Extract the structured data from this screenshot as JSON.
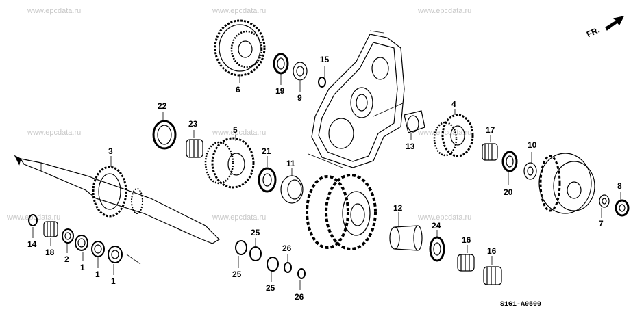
{
  "watermark": "www.epcdata.ru",
  "diagram_code": "S1G1-A0500",
  "front_marker": "FR.",
  "callouts": [
    {
      "id": "c6",
      "label": "6",
      "part": "gear"
    },
    {
      "id": "c19",
      "label": "19",
      "part": "bearing"
    },
    {
      "id": "c9",
      "label": "9",
      "part": "washer"
    },
    {
      "id": "c15",
      "label": "15",
      "part": "seal"
    },
    {
      "id": "c22",
      "label": "22",
      "part": "needle-bearing"
    },
    {
      "id": "c23",
      "label": "23",
      "part": "needle-bearing"
    },
    {
      "id": "c5",
      "label": "5",
      "part": "gear"
    },
    {
      "id": "c3",
      "label": "3",
      "part": "shaft"
    },
    {
      "id": "c21",
      "label": "21",
      "part": "thrust-bearing"
    },
    {
      "id": "c11",
      "label": "11",
      "part": "bearing"
    },
    {
      "id": "c4",
      "label": "4",
      "part": "gear"
    },
    {
      "id": "c13",
      "label": "13",
      "part": "collar"
    },
    {
      "id": "c17",
      "label": "17",
      "part": "needle-bearing"
    },
    {
      "id": "c10",
      "label": "10",
      "part": "washer"
    },
    {
      "id": "c20",
      "label": "20",
      "part": "thrust-bearing"
    },
    {
      "id": "c8",
      "label": "8",
      "part": "bearing"
    },
    {
      "id": "c7",
      "label": "7",
      "part": "washer"
    },
    {
      "id": "c12",
      "label": "12",
      "part": "hub"
    },
    {
      "id": "c24",
      "label": "24",
      "part": "thrust-bearing"
    },
    {
      "id": "c16a",
      "label": "16",
      "part": "needle-bearing"
    },
    {
      "id": "c16b",
      "label": "16",
      "part": "needle-bearing"
    },
    {
      "id": "c14",
      "label": "14",
      "part": "ring"
    },
    {
      "id": "c18",
      "label": "18",
      "part": "needle-bearing"
    },
    {
      "id": "c2",
      "label": "2",
      "part": "washer"
    },
    {
      "id": "c1a",
      "label": "1",
      "part": "washer"
    },
    {
      "id": "c1b",
      "label": "1",
      "part": "washer"
    },
    {
      "id": "c1c",
      "label": "1",
      "part": "washer"
    },
    {
      "id": "c25a",
      "label": "25",
      "part": "snap-ring"
    },
    {
      "id": "c25b",
      "label": "25",
      "part": "snap-ring"
    },
    {
      "id": "c25c",
      "label": "25",
      "part": "snap-ring"
    },
    {
      "id": "c26a",
      "label": "26",
      "part": "snap-ring"
    },
    {
      "id": "c26b",
      "label": "26",
      "part": "snap-ring"
    }
  ]
}
